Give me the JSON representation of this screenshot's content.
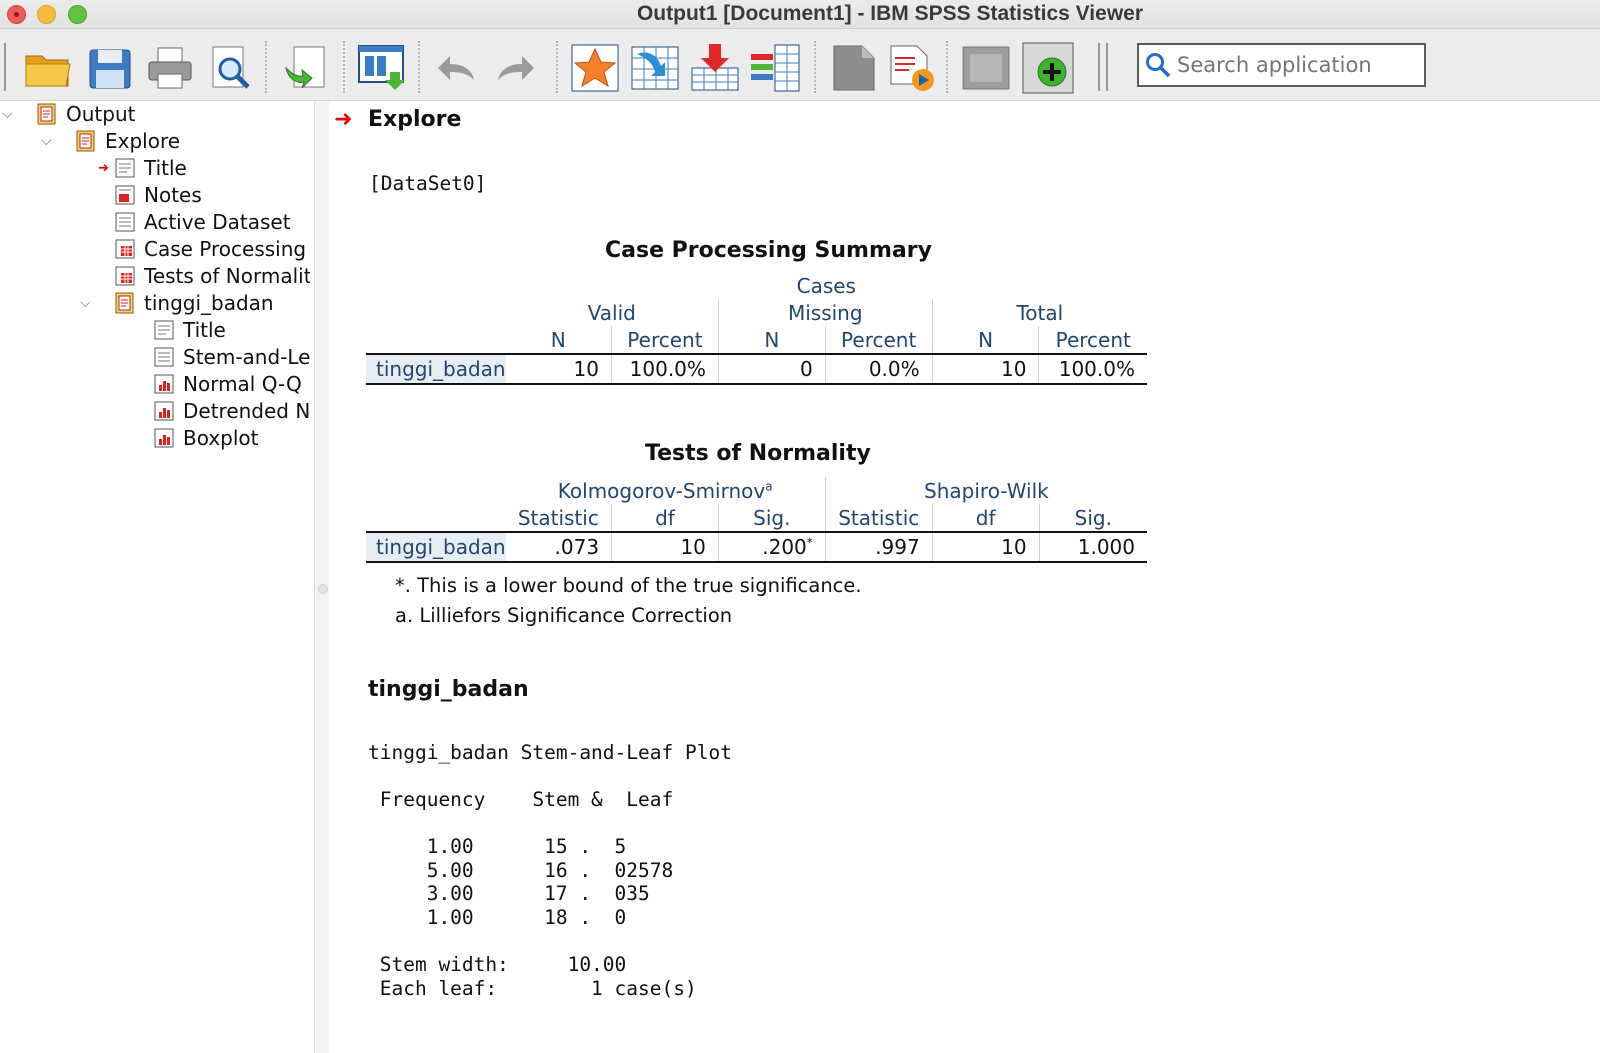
{
  "window": {
    "title": "Output1 [Document1] - IBM SPSS Statistics Viewer"
  },
  "toolbar": {
    "buttons": [
      {
        "name": "open-folder-icon"
      },
      {
        "name": "save-icon"
      },
      {
        "name": "print-icon"
      },
      {
        "name": "print-preview-icon"
      },
      {
        "name": "export-icon"
      },
      {
        "name": "recall-dialog-icon"
      },
      {
        "name": "undo-icon"
      },
      {
        "name": "redo-icon"
      },
      {
        "name": "goto-data-icon"
      },
      {
        "name": "goto-case-icon"
      },
      {
        "name": "insert-variable-icon"
      },
      {
        "name": "variables-icon"
      },
      {
        "name": "document-icon"
      },
      {
        "name": "run-script-icon"
      },
      {
        "name": "disabled-icon"
      },
      {
        "name": "add-plus-icon"
      }
    ],
    "search_placeholder": "Search application"
  },
  "outline": {
    "root": "Output",
    "explore": "Explore",
    "explore_children": [
      "Title",
      "Notes",
      "Active Dataset",
      "Case Processing S",
      "Tests of Normality"
    ],
    "var_node": "tinggi_badan",
    "var_children": [
      "Title",
      "Stem-and-Le",
      "Normal Q-Q I",
      "Detrended No",
      "Boxplot"
    ]
  },
  "content": {
    "section_title": "Explore",
    "dataset": "[DataSet0]",
    "case_processing": {
      "title": "Case Processing Summary",
      "cases_label": "Cases",
      "groups": [
        "Valid",
        "Missing",
        "Total"
      ],
      "subheaders": [
        "N",
        "Percent",
        "N",
        "Percent",
        "N",
        "Percent"
      ],
      "row_label": "tinggi_badan",
      "values": [
        "10",
        "100.0%",
        "0",
        "0.0%",
        "10",
        "100.0%"
      ]
    },
    "normality": {
      "title": "Tests of Normality",
      "group1": "Kolmogorov-Smirnov",
      "group1_sup": "a",
      "group2": "Shapiro-Wilk",
      "subheaders": [
        "Statistic",
        "df",
        "Sig.",
        "Statistic",
        "df",
        "Sig."
      ],
      "row_label": "tinggi_badan",
      "values": [
        ".073",
        "10",
        ".200",
        ".997",
        "10",
        "1.000"
      ],
      "sig_sup": "*",
      "footnote1": "*. This is a lower bound of the true significance.",
      "footnote2": "a. Lilliefors Significance Correction"
    },
    "var_heading": "tinggi_badan",
    "stemleaf": {
      "title": "tinggi_badan Stem-and-Leaf Plot",
      "header": " Frequency    Stem &  Leaf",
      "rows": [
        "     1.00      15 .  5",
        "     5.00      16 .  02578",
        "     3.00      17 .  035",
        "     1.00      18 .  0"
      ],
      "stem_width": " Stem width:     10.00",
      "each_leaf": " Each leaf:        1 case(s)"
    }
  }
}
